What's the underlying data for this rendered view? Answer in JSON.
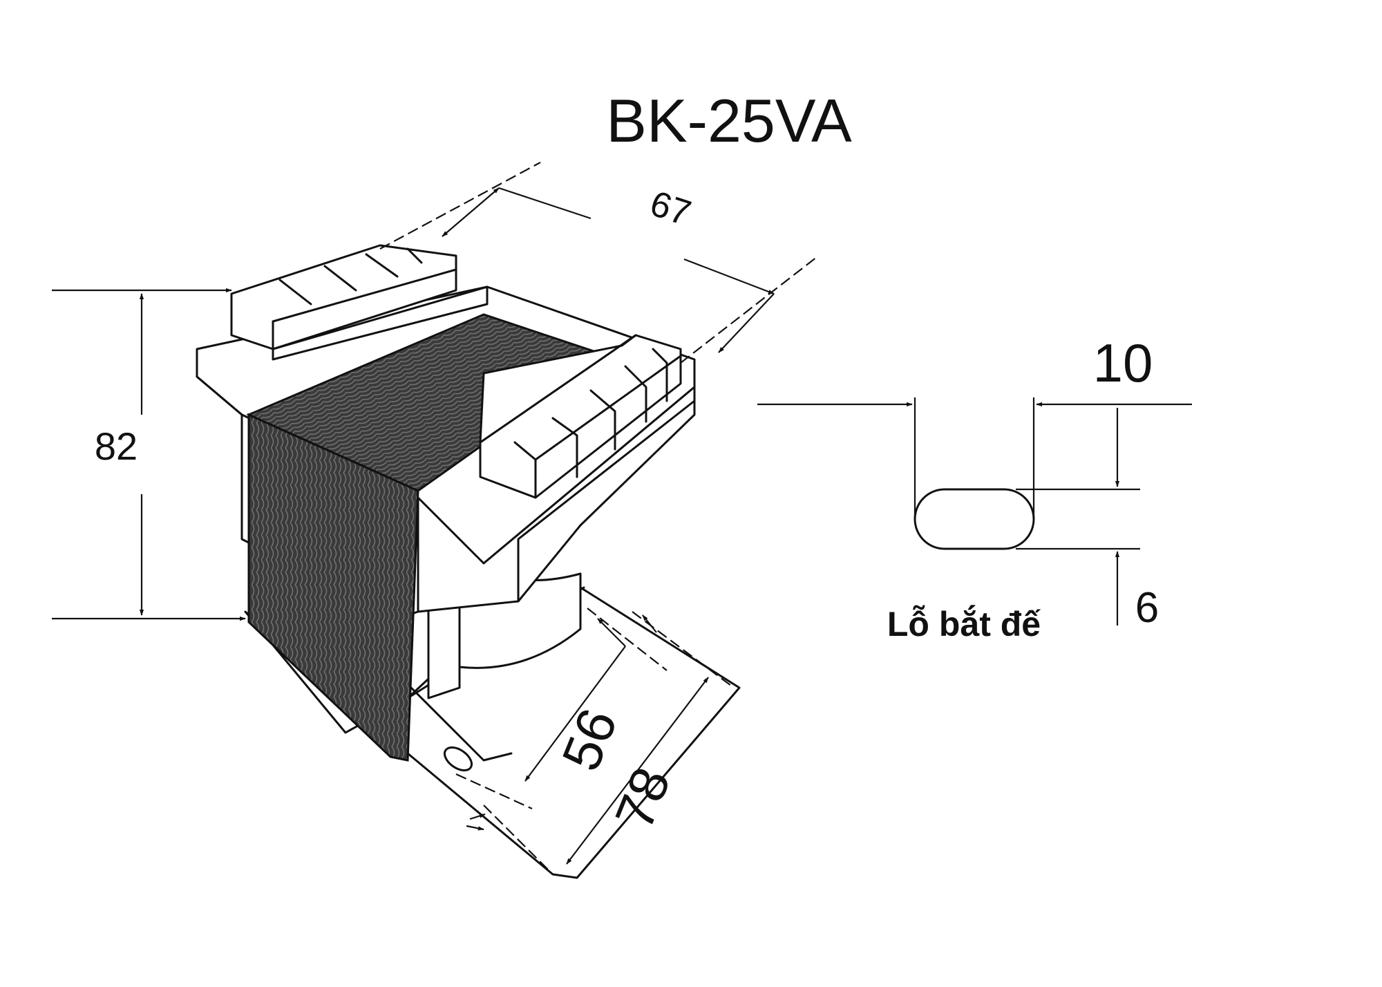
{
  "title": "BK-25VA",
  "dimensions": {
    "depth": "67",
    "height": "82",
    "mount_spacing": "56",
    "base_depth": "78",
    "slot_length": "10",
    "slot_width": "6"
  },
  "slot_caption": "Lỗ bắt đế",
  "colors": {
    "ink": "#111111",
    "winding": "#3a3a3a",
    "background": "#ffffff"
  }
}
